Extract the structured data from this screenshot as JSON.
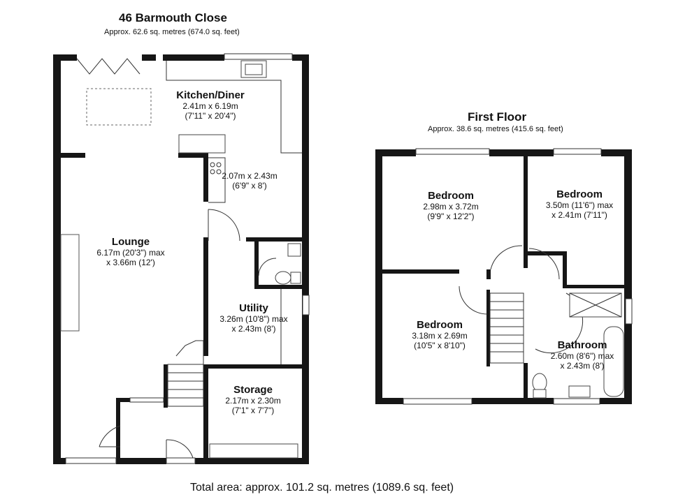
{
  "ground_floor": {
    "title": "46 Barmouth Close",
    "area": "Approx. 62.6 sq. metres (674.0 sq. feet)",
    "rooms": [
      {
        "name": "Kitchen/Diner",
        "dims": [
          "2.41m x 6.19m",
          "(7'11\" x 20'4\")"
        ]
      },
      {
        "name": "",
        "dims": [
          "2.07m x 2.43m",
          "(6'9\" x 8')"
        ]
      },
      {
        "name": "Lounge",
        "dims": [
          "6.17m (20'3\") max",
          "x 3.66m (12')"
        ]
      },
      {
        "name": "Utility",
        "dims": [
          "3.26m (10'8\") max",
          "x 2.43m (8')"
        ]
      },
      {
        "name": "Storage",
        "dims": [
          "2.17m x 2.30m",
          "(7'1\" x 7'7\")"
        ]
      }
    ]
  },
  "first_floor": {
    "title": "First Floor",
    "area": "Approx. 38.6 sq. metres (415.6 sq. feet)",
    "rooms": [
      {
        "name": "Bedroom",
        "dims": [
          "2.98m x 3.72m",
          "(9'9\" x 12'2\")"
        ]
      },
      {
        "name": "Bedroom",
        "dims": [
          "3.50m (11'6\") max",
          "x 2.41m (7'11\")"
        ]
      },
      {
        "name": "Bedroom",
        "dims": [
          "3.18m x 2.69m",
          "(10'5\" x 8'10\")"
        ]
      },
      {
        "name": "Bathroom",
        "dims": [
          "2.60m (8'6\") max",
          "x 2.43m (8')"
        ]
      }
    ]
  },
  "total_area": "Total area: approx. 101.2 sq. metres (1089.6 sq. feet)"
}
